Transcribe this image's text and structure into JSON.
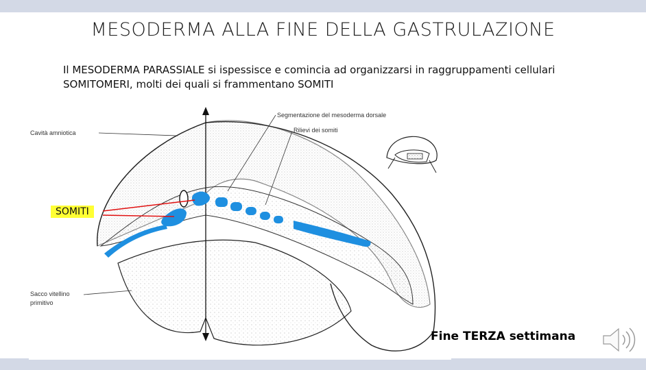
{
  "slide": {
    "title": "MESODERMA ALLA FINE DELLA GASTRULAZIONE",
    "subtitle": "Il MESODERMA PARASSIALE si ispessisce e comincia ad organizzarsi in raggruppamenti cellulari SOMITOMERI, molti dei quali si frammentano SOMITI"
  },
  "figure": {
    "labels": {
      "cavita": "Cavità amniotica",
      "segmentazione": "Segmentazione del mesoderma dorsale",
      "rilievi": "Rilievi dei somiti",
      "sacco_line1": "Sacco vitellino",
      "sacco_line2": "primitivo"
    },
    "highlight_label": "SOMITI",
    "highlight_color": "#ffff33",
    "somite_color": "#1e8fe0"
  },
  "footer": {
    "week_label": "Fine TERZA settimana"
  },
  "icons": {
    "audio": "speaker-icon"
  }
}
